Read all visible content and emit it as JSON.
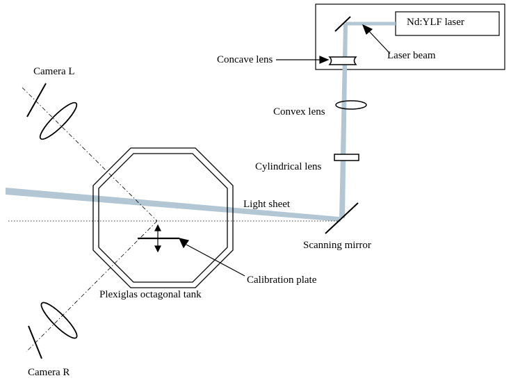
{
  "labels": {
    "laser": "Nd:YLF laser",
    "laser_beam": "Laser beam",
    "concave_lens": "Concave lens",
    "convex_lens": "Convex lens",
    "cylindrical_lens": "Cylindrical lens",
    "light_sheet": "Light sheet",
    "scanning_mirror": "Scanning mirror",
    "calibration_plate": "Calibration plate",
    "tank": "Plexiglas octagonal tank",
    "camera_l": "Camera L",
    "camera_r": "Camera R"
  },
  "colors": {
    "beam": "#b3c6d3",
    "line": "#000000"
  }
}
